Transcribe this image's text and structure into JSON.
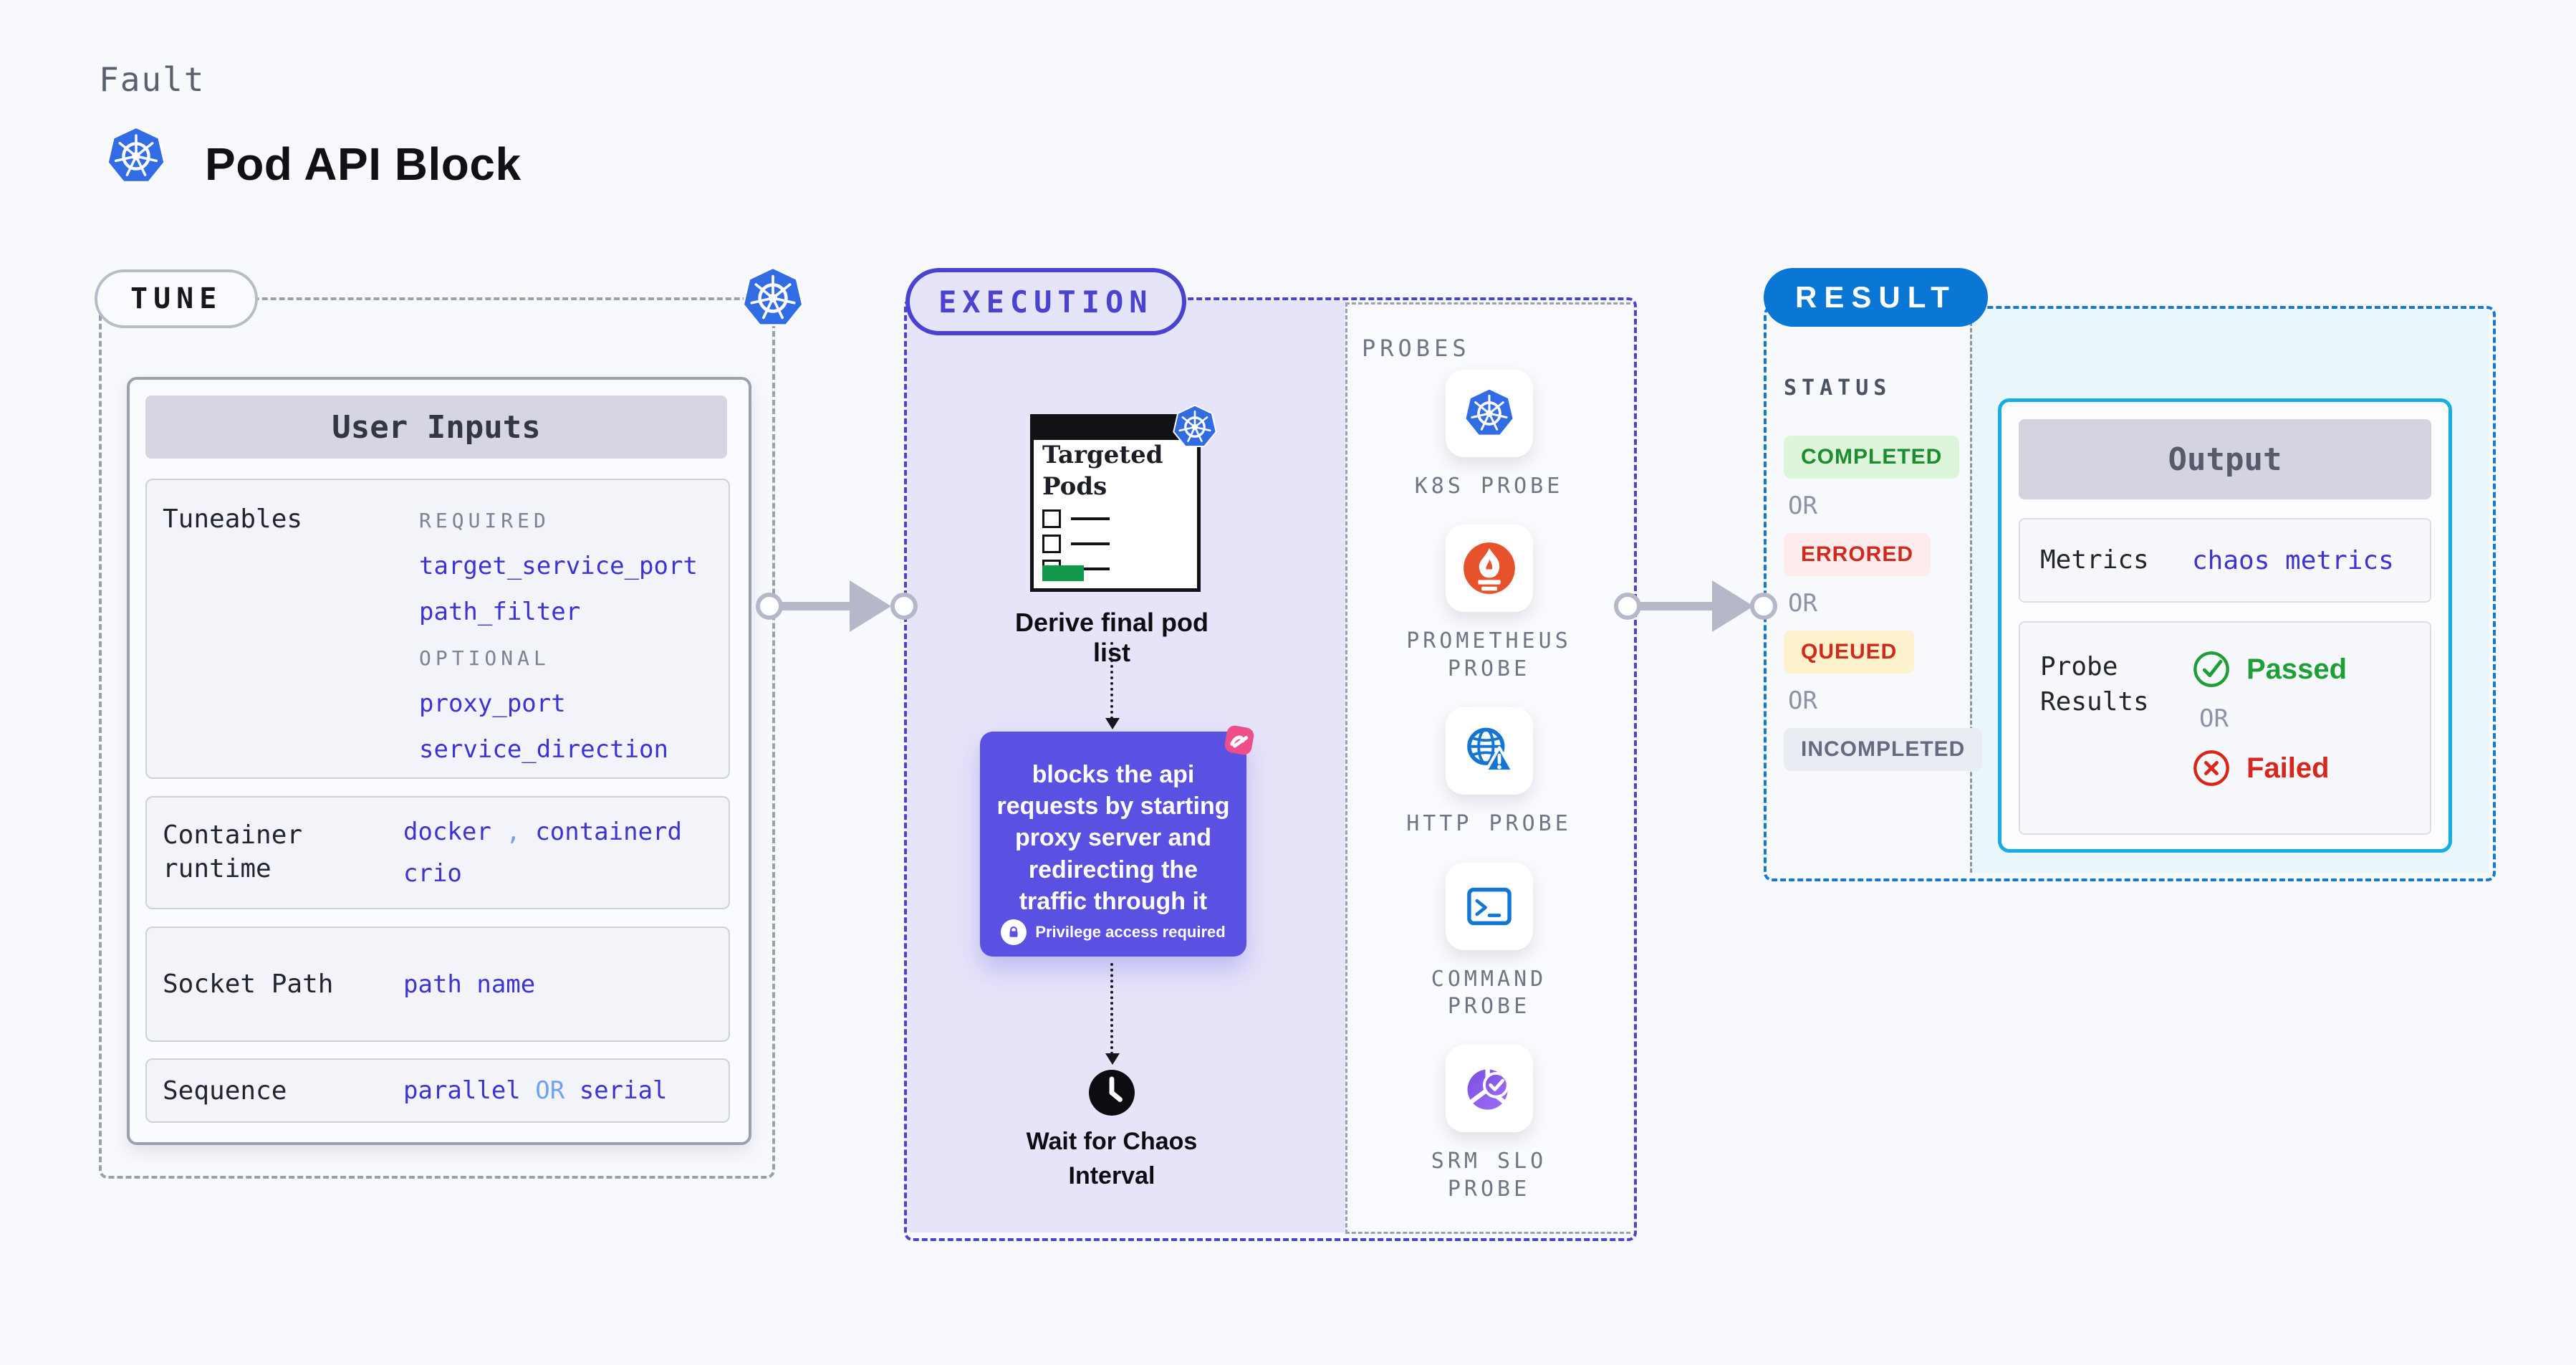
{
  "header": {
    "kicker": "Fault",
    "title": "Pod API Block",
    "logo_icon": "kubernetes-logo"
  },
  "tune": {
    "badge_label": "TUNE",
    "corner_icon": "kubernetes-logo",
    "user_inputs": {
      "title": "User Inputs",
      "tuneables": {
        "label": "Tuneables",
        "required_label": "REQUIRED",
        "required": [
          "target_service_port",
          "path_filter"
        ],
        "optional_label": "OPTIONAL",
        "optional": [
          "proxy_port",
          "service_direction"
        ]
      },
      "container_runtime": {
        "label": "Container runtime",
        "value1": "docker",
        "separator": ",",
        "value2": "containerd",
        "value3": "crio"
      },
      "socket_path": {
        "label": "Socket Path",
        "value": "path name"
      },
      "sequence": {
        "label": "Sequence",
        "value1": "parallel",
        "or": "OR",
        "value2": "serial"
      }
    }
  },
  "execution": {
    "badge_label": "EXECUTION",
    "targeted_pods": {
      "title": "Targeted Pods",
      "badge_icon": "kubernetes-logo",
      "button_icon": "green-action-button"
    },
    "derive_step_label": "Derive final pod list",
    "action_card": {
      "description": "blocks the api requests by starting proxy server and redirecting the traffic through it",
      "privilege_note": "Privilege access required",
      "corner_icon": "litmus-chaos-logo",
      "lock_icon": "lock-icon"
    },
    "wait_step_label": "Wait for Chaos Interval",
    "clock_icon": "clock-icon"
  },
  "probes": {
    "title": "PROBES",
    "items": [
      {
        "label": "K8S PROBE",
        "icon": "kubernetes-icon"
      },
      {
        "label": "PROMETHEUS PROBE",
        "icon": "prometheus-icon"
      },
      {
        "label": "HTTP PROBE",
        "icon": "globe-warning-icon"
      },
      {
        "label": "COMMAND PROBE",
        "icon": "terminal-icon"
      },
      {
        "label": "SRM SLO PROBE",
        "icon": "slo-check-icon"
      }
    ]
  },
  "result": {
    "badge_label": "RESULT",
    "status_label": "STATUS",
    "or_label": "OR",
    "statuses": [
      {
        "label": "COMPLETED",
        "kind": "success"
      },
      {
        "label": "ERRORED",
        "kind": "error"
      },
      {
        "label": "QUEUED",
        "kind": "queued"
      },
      {
        "label": "INCOMPLETED",
        "kind": "neutral"
      }
    ],
    "output": {
      "title": "Output",
      "metrics_label": "Metrics",
      "metrics_value": "chaos metrics",
      "probe_results_label": "Probe Results",
      "passed_label": "Passed",
      "or_label": "OR",
      "failed_label": "Failed",
      "passed_icon": "check-circle-icon",
      "failed_icon": "x-circle-icon"
    }
  },
  "colors": {
    "k8s_blue": "#326ce5",
    "indigo_accent": "#4a43cf",
    "action_purple": "#5a50e2",
    "value_blue": "#3b33d4",
    "value_light_blue": "#6fa2f3",
    "result_blue": "#0a76d6",
    "output_border": "#18ade2",
    "success_green": "#1f9e38",
    "fail_red": "#d7271d",
    "litmus_pink": "#ee4f88",
    "prometheus_orange": "#e6522c",
    "pod_button_green": "#12984a"
  }
}
